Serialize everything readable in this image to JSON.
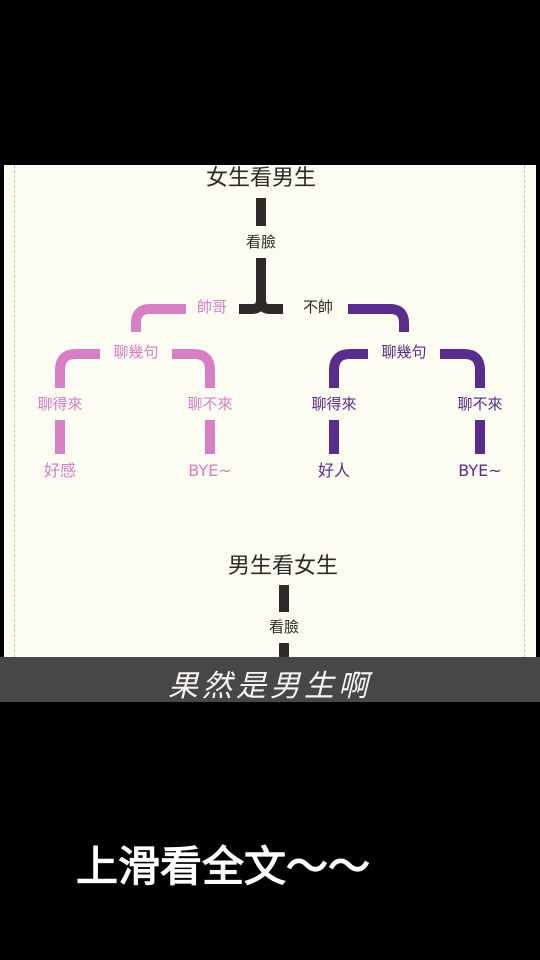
{
  "colors": {
    "background": "#000000",
    "panel": "#fdfcf3",
    "trunk": "#2d2a28",
    "pink_branch": "#d77fc4",
    "purple_branch": "#5a2c8c",
    "banner": "#474747",
    "banner_text": "#f7f3f0",
    "footer_text": "#ffffff"
  },
  "diagram": {
    "top": {
      "root": "女生看男生",
      "look_label": "看臉",
      "handsome_label": "帥哥",
      "not_handsome_label": "不帥",
      "handsome_branch": {
        "chat_label": "聊幾句",
        "left": {
          "condition": "聊得來",
          "outcome": "好感"
        },
        "right": {
          "condition": "聊不來",
          "outcome": "BYE~"
        }
      },
      "not_handsome_branch": {
        "chat_label": "聊幾句",
        "left": {
          "condition": "聊得來",
          "outcome": "好人"
        },
        "right": {
          "condition": "聊不來",
          "outcome": "BYE~"
        }
      }
    },
    "bottom": {
      "root": "男生看女生",
      "look_label": "看臉"
    }
  },
  "banner": {
    "text": "果然是男生啊"
  },
  "footer": {
    "text": "上滑看全文～～"
  }
}
